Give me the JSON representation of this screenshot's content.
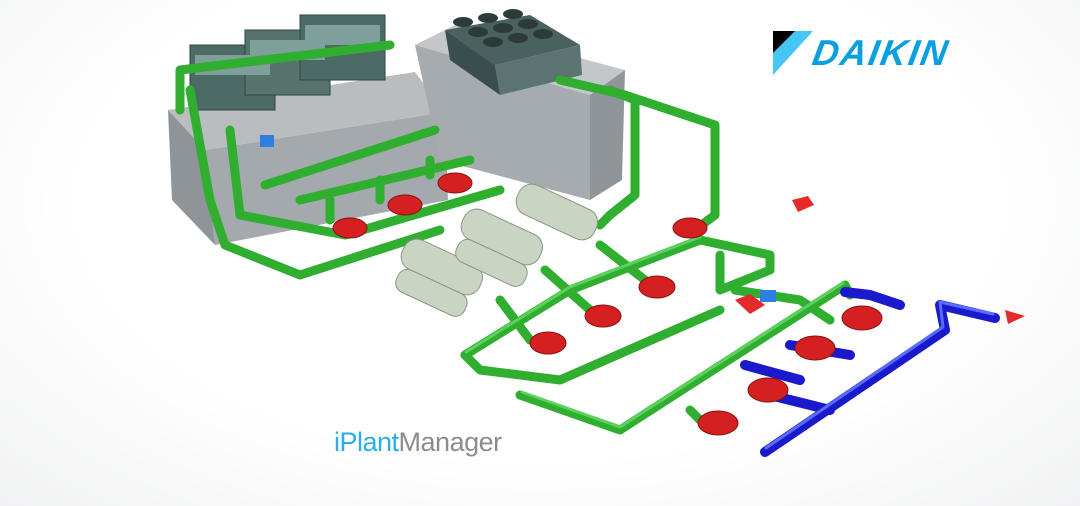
{
  "logos": {
    "brand": "DAIKIN",
    "product_prefix": "iPlant",
    "product_suffix": "Manager"
  },
  "colors": {
    "condenser_pipe": "#2fae2f",
    "chilled_water_pipe": "#1a1acc",
    "pump": "#d42020",
    "brand_blue": "#0a9fe0"
  }
}
